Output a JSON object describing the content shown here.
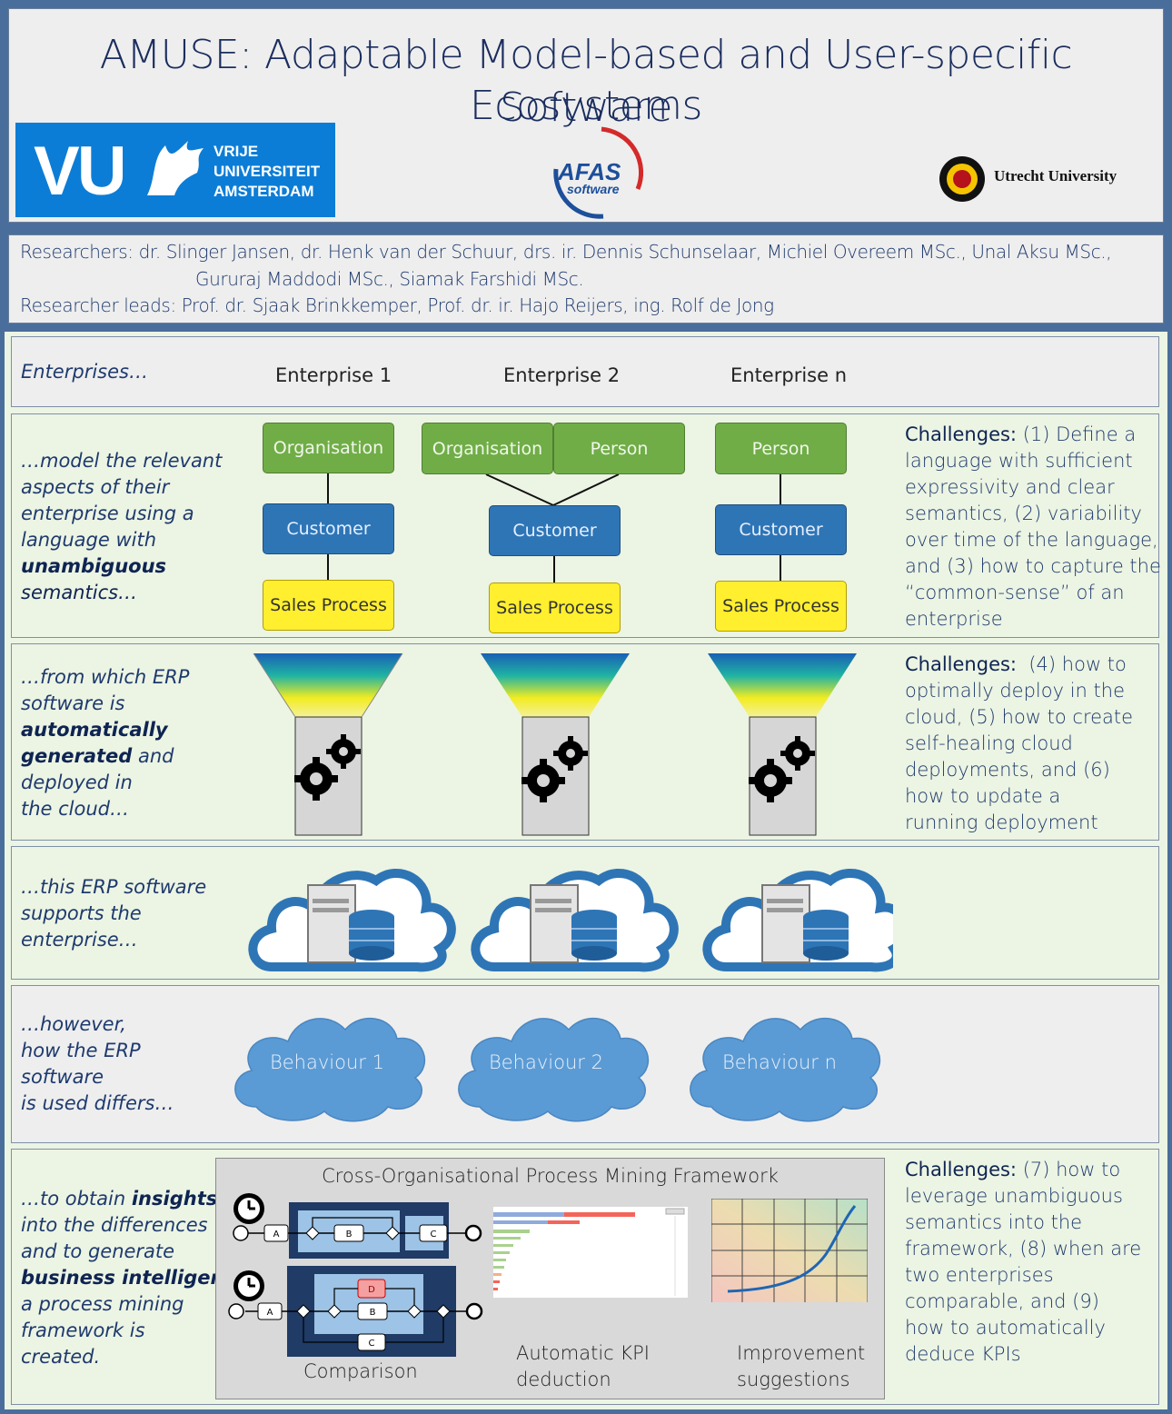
{
  "header": {
    "title_line1": "AMUSE: Adaptable Model-based and User-specific Software",
    "title_line2": "Ecosystems",
    "vu_logo": {
      "short": "VU",
      "line1": "VRIJE",
      "line2": "UNIVERSITEIT",
      "line3": "AMSTERDAM"
    },
    "afas_logo": {
      "line1": "AFAS",
      "line2": "software"
    },
    "uu_logo": {
      "name": "Utrecht University"
    }
  },
  "researchers": {
    "line1": "Researchers: dr. Slinger Jansen, dr. Henk van der Schuur, drs. ir. Dennis Schunselaar, Michiel Overeem MSc., Unal Aksu MSc.,",
    "line2": "Gururaj Maddodi MSc., Siamak Farshidi MSc.",
    "line3": "Researcher leads: Prof. dr. Sjaak Brinkkemper, Prof. dr. ir. Hajo Reijers, ing. Rolf de Jong"
  },
  "enterprises": {
    "label": "Enterprises…",
    "names": [
      "Enterprise 1",
      "Enterprise 2",
      "Enterprise n"
    ]
  },
  "model_row": {
    "text1": "…model the relevant",
    "text2": "aspects of their",
    "text3": "enterprise using a",
    "text4": "language with",
    "text5": "unambiguous",
    "text6": "semantics…",
    "e1": {
      "top": "Organisation",
      "mid": "Customer",
      "bottom": "Sales Process"
    },
    "e2": {
      "top_left": "Organisation",
      "top_right": "Person",
      "mid": "Customer",
      "bottom": "Sales Process"
    },
    "en": {
      "top": "Person",
      "mid": "Customer",
      "bottom": "Sales Process"
    },
    "challenges_label": "Challenges:",
    "challenges": [
      " (1) Define a",
      "language with sufficient",
      "expressivity and clear",
      "semantics, (2) variability",
      "over time of the language,",
      "and (3) how to capture the",
      "“common-sense” of an",
      "enterprise"
    ]
  },
  "erp_row": {
    "text1": "…from which ERP",
    "text2": "software is",
    "text3": "automatically",
    "text4": "generated",
    "text4b": " and",
    "text5": "deployed in",
    "text6": "the cloud…",
    "challenges_label": "Challenges:",
    "challenges": [
      "  (4) how to",
      "optimally deploy in the",
      "cloud, (5) how to create",
      "self-healing cloud",
      "deployments, and (6)",
      "how to update a",
      "running deployment"
    ]
  },
  "support_row": {
    "text1": "…this ERP software",
    "text2": "supports the",
    "text3": "enterprise…"
  },
  "behaviour_row": {
    "text1": "…however,",
    "text2": "how the ERP",
    "text3": "software",
    "text4": "is used differs…",
    "clouds": [
      "Behaviour 1",
      "Behaviour 2",
      "Behaviour n"
    ]
  },
  "insight_row": {
    "t1a": "…to obtain ",
    "t1b": "insights",
    "t2": "into the differences",
    "t3": "and to generate",
    "t4": "business intelligence",
    "t4b": ",",
    "t5": "a process mining",
    "t6": "framework is",
    "t7": "created.",
    "framework_title": "Cross-Organisational Process Mining Framework",
    "comparison": "Comparison",
    "kpi1": "Automatic KPI",
    "kpi2": "deduction",
    "imp1": "Improvement",
    "imp2": "suggestions",
    "bpmn": {
      "a": "A",
      "b": "B",
      "c": "C",
      "d": "D"
    },
    "challenges_label": "Challenges:",
    "challenges": [
      " (7) how to",
      "leverage unambiguous",
      "semantics into the",
      "framework, (8) when are",
      "two enterprises",
      "comparable, and (9)",
      "how to automatically",
      "deduce KPIs"
    ]
  },
  "colors": {
    "green": "#70ad47",
    "blue": "#2e75b6",
    "yellow": "#ffef2e",
    "navy": "#1a2d5e",
    "frame": "#4a6e9c"
  }
}
